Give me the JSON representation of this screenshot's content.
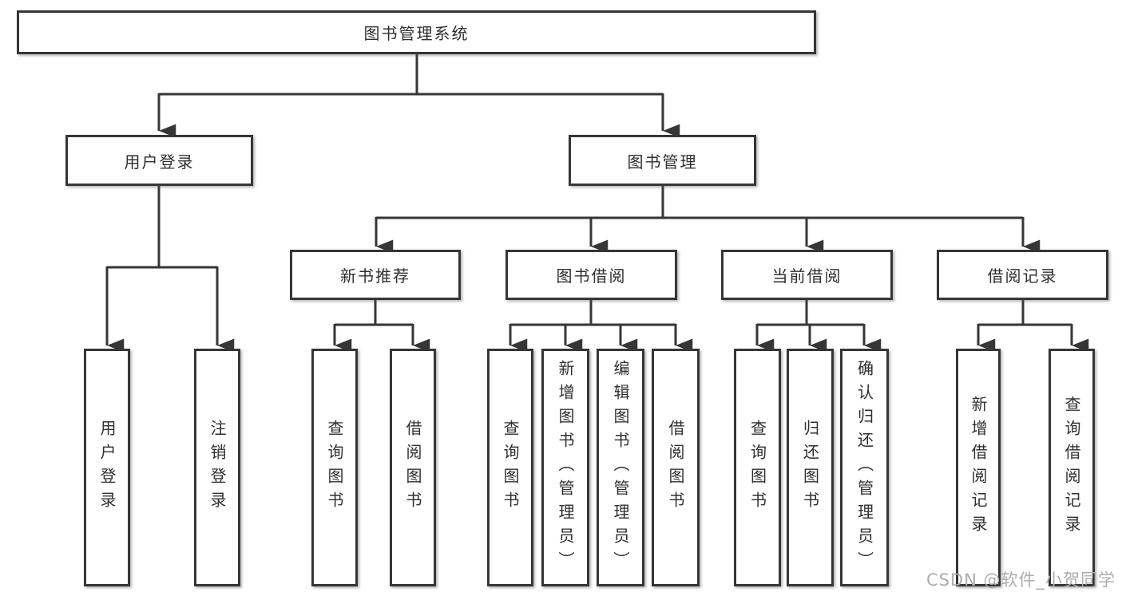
{
  "diagram": {
    "root": "图书管理系统",
    "user_login": {
      "label": "用户登录",
      "children": [
        "用户登录",
        "注销登录"
      ]
    },
    "book_mgmt": {
      "label": "图书管理",
      "sections": [
        {
          "label": "新书推荐",
          "children": [
            "查询图书",
            "借阅图书"
          ]
        },
        {
          "label": "图书借阅",
          "children": [
            "查询图书",
            "新增图书（管理员）",
            "编辑图书（管理员）",
            "借阅图书"
          ]
        },
        {
          "label": "当前借阅",
          "children": [
            "查询图书",
            "归还图书",
            "确认归还（管理员）"
          ]
        },
        {
          "label": "借阅记录",
          "children": [
            "新增借阅记录",
            "查询借阅记录"
          ]
        }
      ]
    }
  },
  "watermark": "CSDN @软件_小贺同学",
  "colors": {
    "line": "#363636",
    "box_border": "#363636",
    "text": "#2f2f2f",
    "watermark": "#adadad"
  }
}
